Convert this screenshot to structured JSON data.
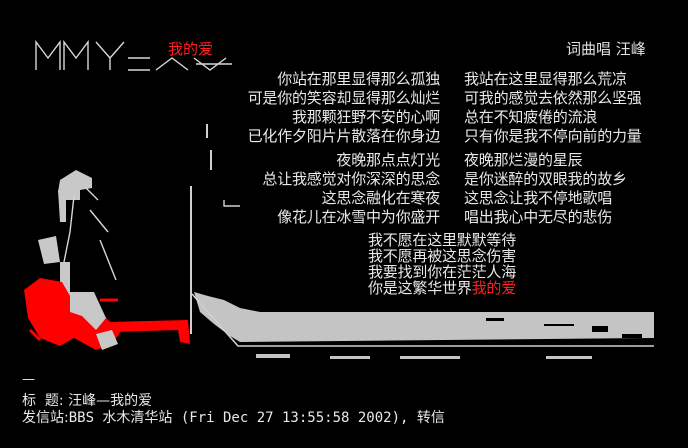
{
  "logo": {
    "text": "MY LOVE",
    "subtitle": "我的爱"
  },
  "credit": "词曲唱 汪峰",
  "verse1": {
    "left": [
      "你站在那里显得那么孤独",
      "可是你的笑容却显得那么灿烂",
      "我那颗狂野不安的心啊",
      "已化作夕阳片片散落在你身边"
    ],
    "right": [
      "我站在这里显得那么荒凉",
      "可我的感觉去依然那么坚强",
      "总在不知疲倦的流浪",
      "只有你是我不停向前的力量"
    ]
  },
  "verse2": {
    "left": [
      "夜晚那点点灯光",
      "总让我感觉对你深深的思念",
      "这思念融化在寒夜",
      "像花儿在冰雪中为你盛开"
    ],
    "right": [
      "夜晚那烂漫的星辰",
      "是你迷醉的双眼我的故乡",
      "这思念让我不停地歌唱",
      "唱出我心中无尽的悲伤"
    ]
  },
  "chorus": {
    "lines": [
      "我不愿在这里默默等待",
      "我不愿再被这思念伤害",
      "我要找到你在茫茫人海"
    ],
    "last_prefix": "你是这繁华世界",
    "last_highlight": "我的爱"
  },
  "separator": "—",
  "footer": {
    "title_label": "标  题:",
    "title_value": "汪峰—我的爱",
    "site_label": "发信站:",
    "site_value": "BBS 水木清华站 (Fri Dec 27 13:55:58 2002), 转信"
  },
  "colors": {
    "background": "#000000",
    "text": "#e8e8e8",
    "accent": "#ff1f1f",
    "gray": "#c8c8c8"
  }
}
